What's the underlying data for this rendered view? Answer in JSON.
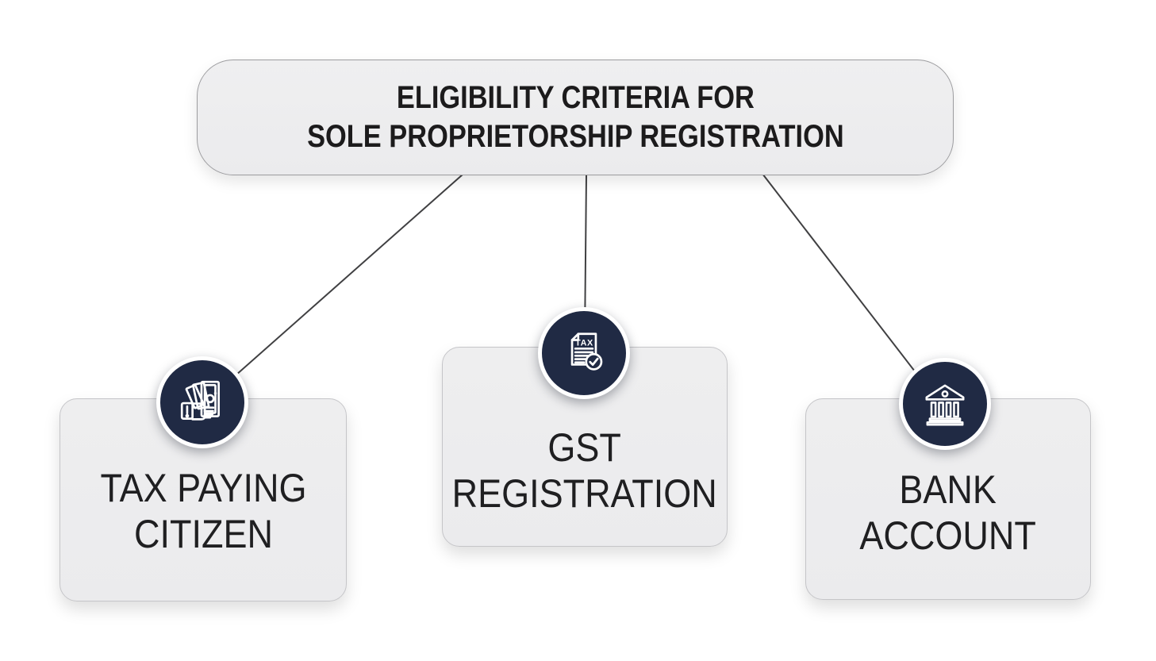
{
  "title": {
    "line1": "ELIGIBILITY CRITERIA FOR",
    "line2": "SOLE PROPRIETORSHIP REGISTRATION"
  },
  "nodes": [
    {
      "id": "tax-paying-citizen",
      "line1": "TAX PAYING",
      "line2": "CITIZEN",
      "icon": "money-in-hand-icon"
    },
    {
      "id": "gst-registration",
      "line1": "GST",
      "line2": "REGISTRATION",
      "icon": "tax-document-check-icon",
      "icon_label": "TAX"
    },
    {
      "id": "bank-account",
      "line1": "BANK",
      "line2": "ACCOUNT",
      "icon": "bank-building-icon"
    }
  ],
  "colors": {
    "background": "#ffffff",
    "panel_fill": "#ededee",
    "panel_border": "#9c9c9f",
    "card_border": "#c5c5c8",
    "icon_circle_fill": "#202a44",
    "icon_stroke": "#ffffff",
    "text": "#1f1f21",
    "connector": "#404042"
  }
}
